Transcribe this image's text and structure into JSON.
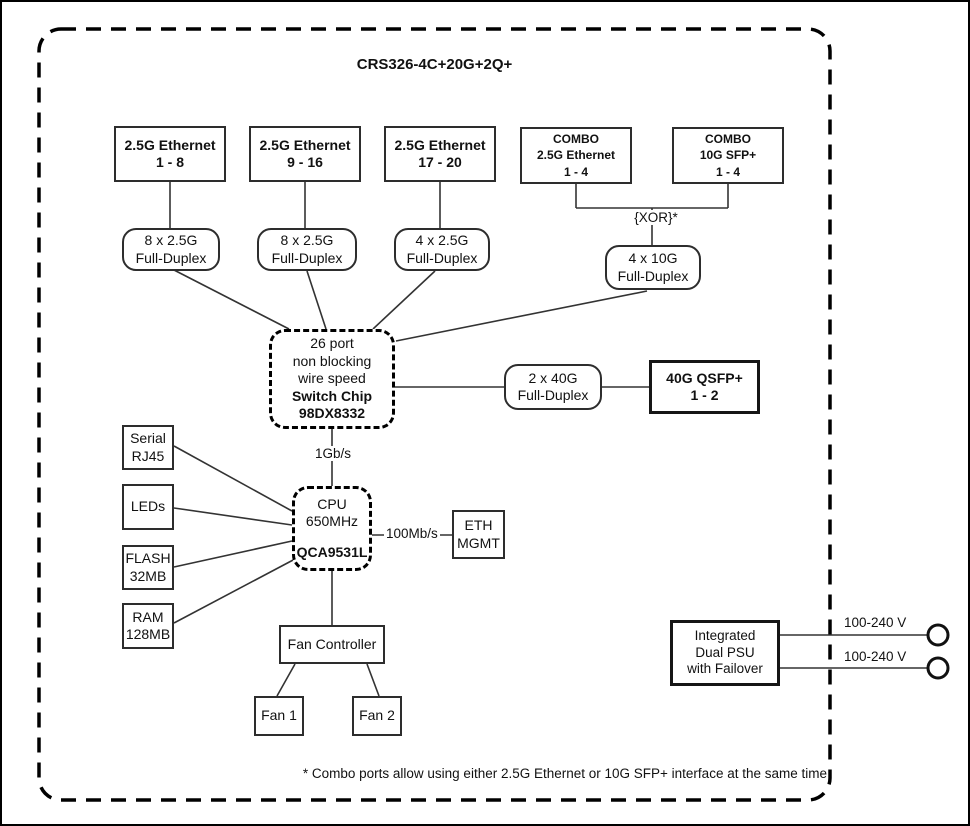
{
  "diagram": {
    "title": "CRS326-4C+20G+2Q+",
    "footnote": "* Combo ports allow using either 2.5G Ethernet or 10G SFP+ interface at the same time"
  },
  "nodes": {
    "eth_1_8": "2.5G Ethernet\n1 - 8",
    "eth_9_16": "2.5G Ethernet\n9 - 16",
    "eth_17_20": "2.5G Ethernet\n17 - 20",
    "combo_eth": "COMBO\n2.5G Ethernet\n1 - 4",
    "combo_sfp": "COMBO\n10G SFP+\n1 - 4",
    "duplex_8a": "8 x 2.5G\nFull-Duplex",
    "duplex_8b": "8 x 2.5G\nFull-Duplex",
    "duplex_4": "4 x 2.5G\nFull-Duplex",
    "duplex_10g": "4 x 10G\nFull-Duplex",
    "duplex_40g": "2 x 40G\nFull-Duplex",
    "switch_chip": {
      "top": "26 port\nnon blocking\nwire speed",
      "bottom": "Switch Chip\n98DX8332"
    },
    "qsfp": "40G QSFP+\n1 - 2",
    "serial": "Serial\nRJ45",
    "leds": "LEDs",
    "flash": "FLASH\n32MB",
    "ram": "RAM\n128MB",
    "cpu": {
      "top": "CPU\n650MHz",
      "bottom": "QCA9531L"
    },
    "eth_mgmt": "ETH\nMGMT",
    "fan_controller": "Fan Controller",
    "fan1": "Fan 1",
    "fan2": "Fan 2",
    "psu": "Integrated\nDual PSU\nwith Failover"
  },
  "labels": {
    "xor": "{XOR}*",
    "cpu_uplink": "1Gb/s",
    "mgmt_link": "100Mb/s",
    "psu_input_top": "100-240 V",
    "psu_input_bottom": "100-240 V"
  },
  "colors": {
    "background": "#ffffff",
    "line": "#333333",
    "box_border": "#2d2d2d",
    "dashed_border": "#000000"
  }
}
